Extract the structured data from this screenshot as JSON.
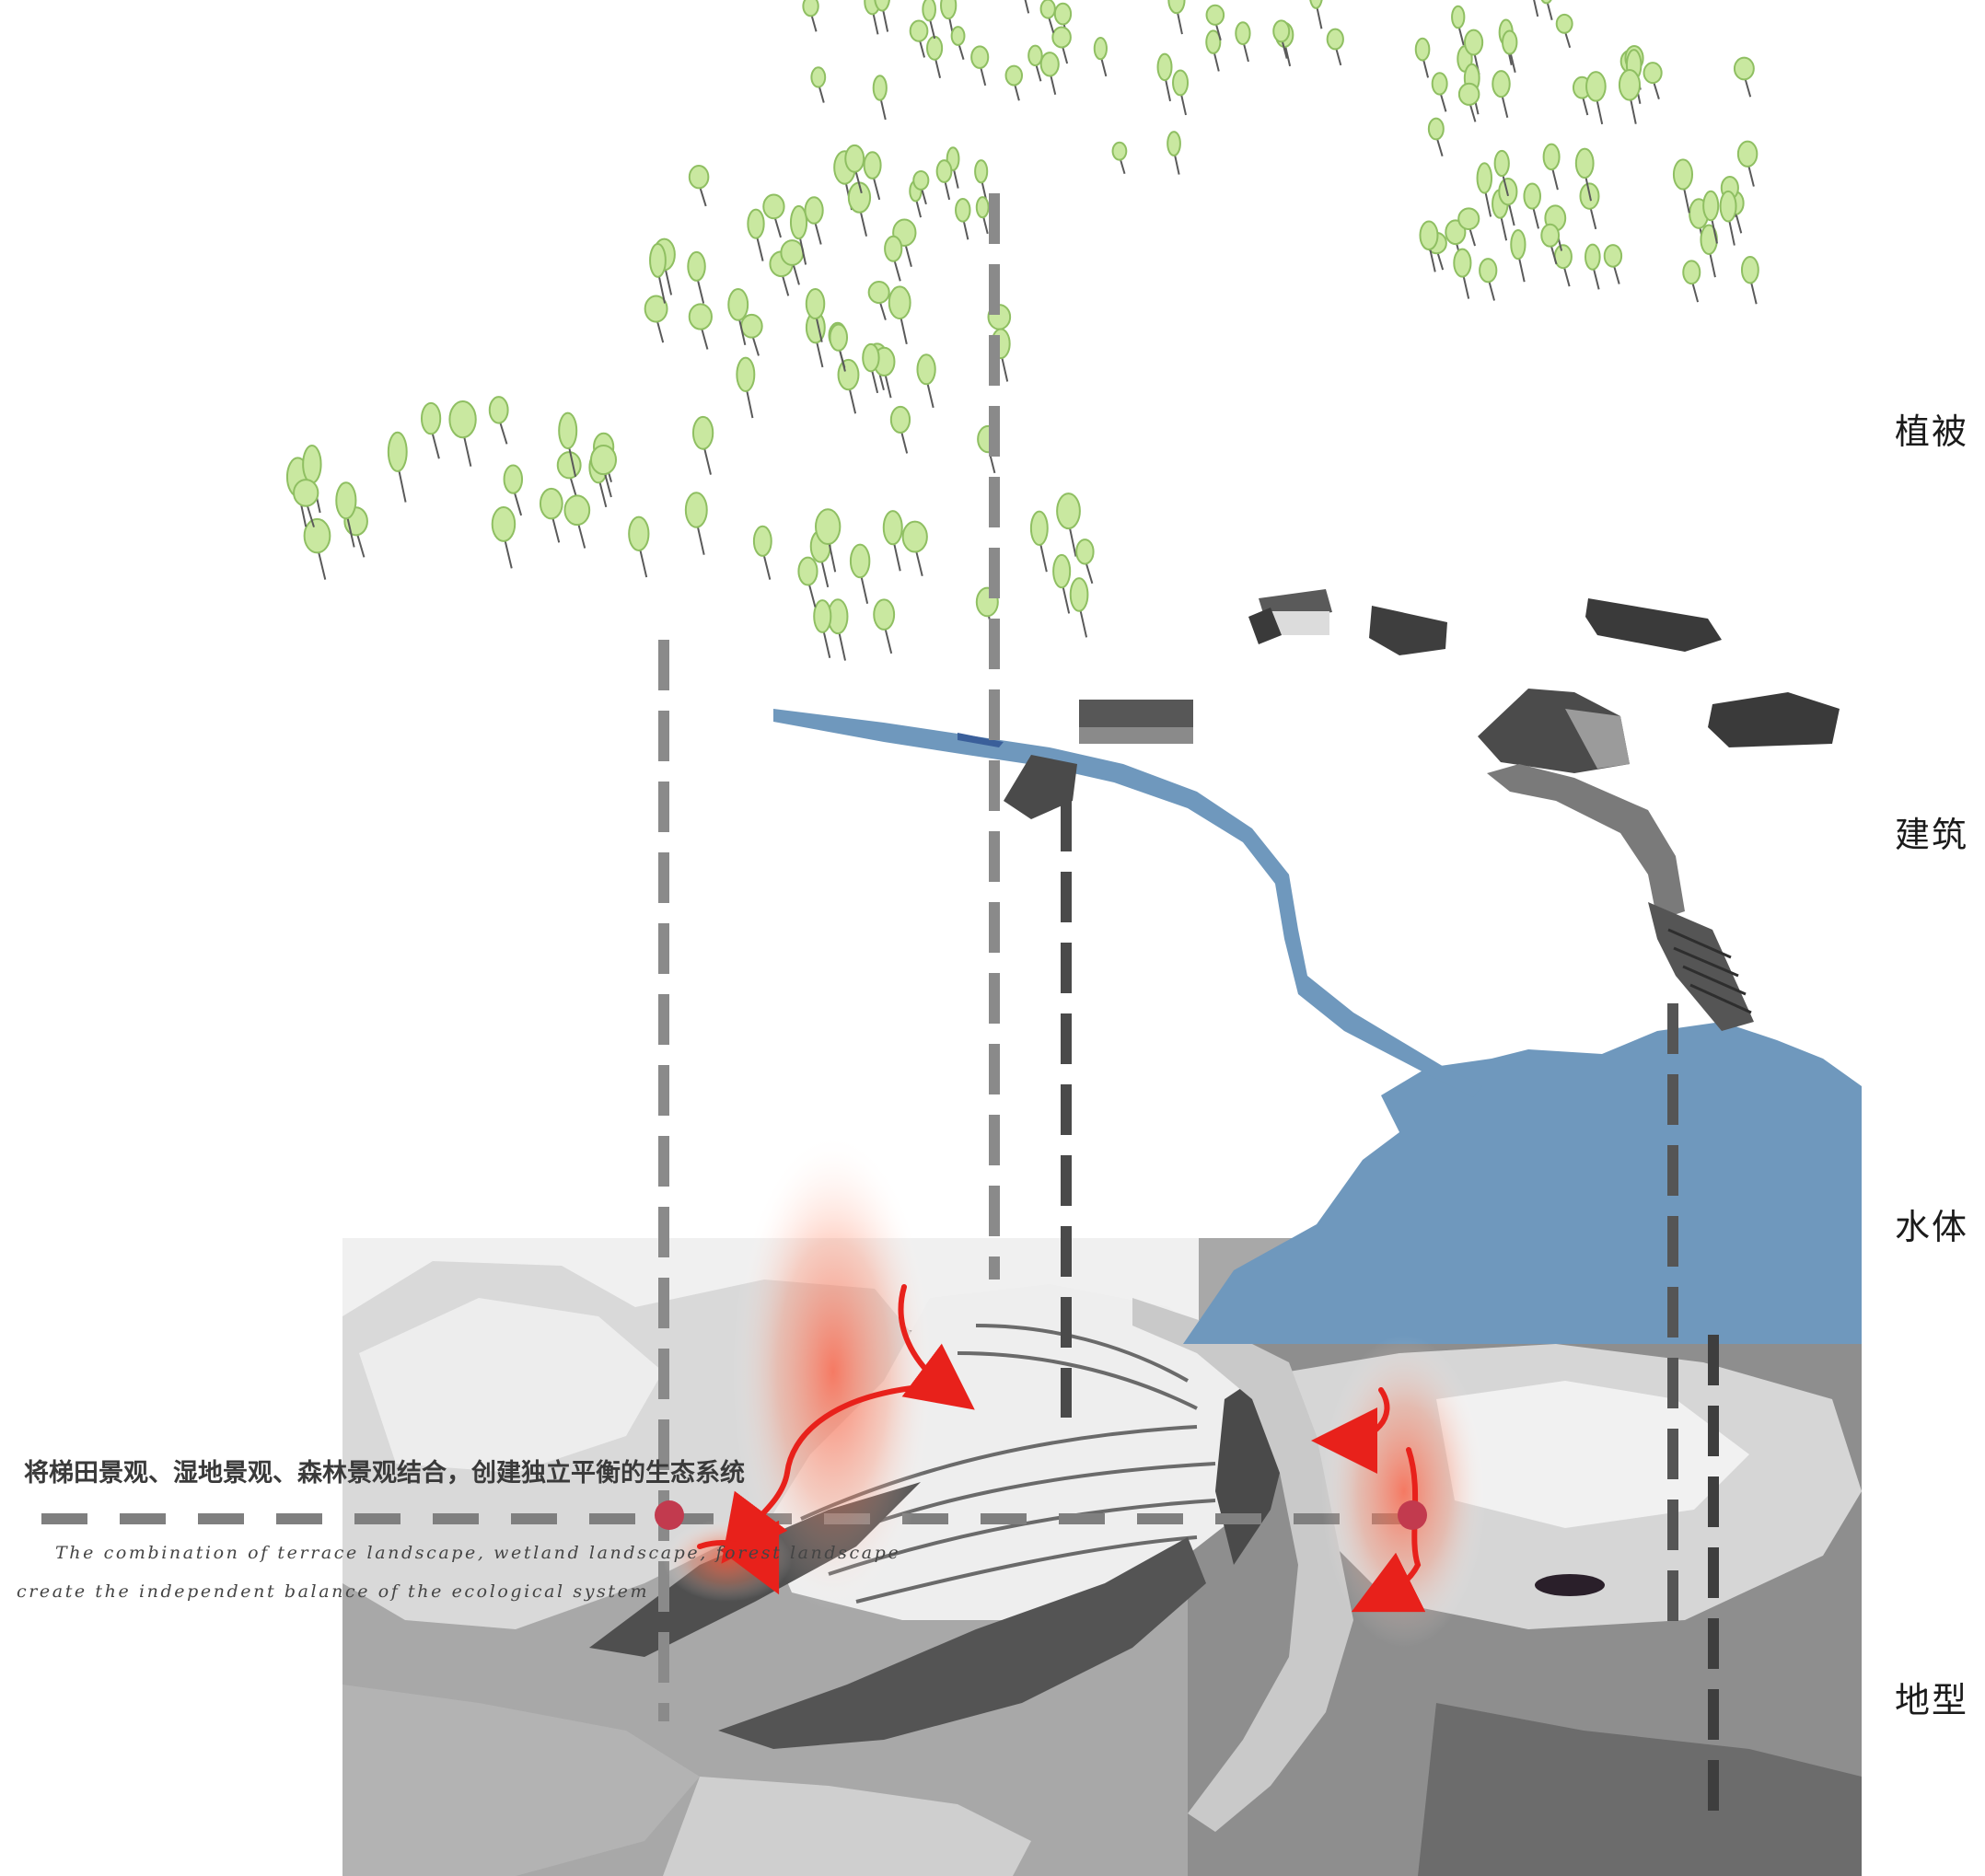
{
  "layers": {
    "vegetation": "植被",
    "architecture": "建筑",
    "water": "水体",
    "terrain": "地型"
  },
  "caption": {
    "zh": "将梯田景观、湿地景观、森林景观结合，创建独立平衡的生态系统",
    "en_line1": "The combination of terrace landscape, wetland landscape, forest landscape",
    "en_line2": "create the independent balance of the ecological system"
  },
  "colors": {
    "tree_crown": "#c9e8a0",
    "tree_edge": "#8fbf62",
    "water": "#6f98bd",
    "building": "#3e3e3e",
    "terrain_dark": "#4f4f4f",
    "terrain_mid": "#9a9a9a",
    "terrain_light": "#e6e6e6",
    "arrow": "#e8211b",
    "glow": "#ff7a5a",
    "node": "#c23a4e",
    "dash": "#8a8a8a",
    "dash_dark": "#4a4a4a"
  }
}
